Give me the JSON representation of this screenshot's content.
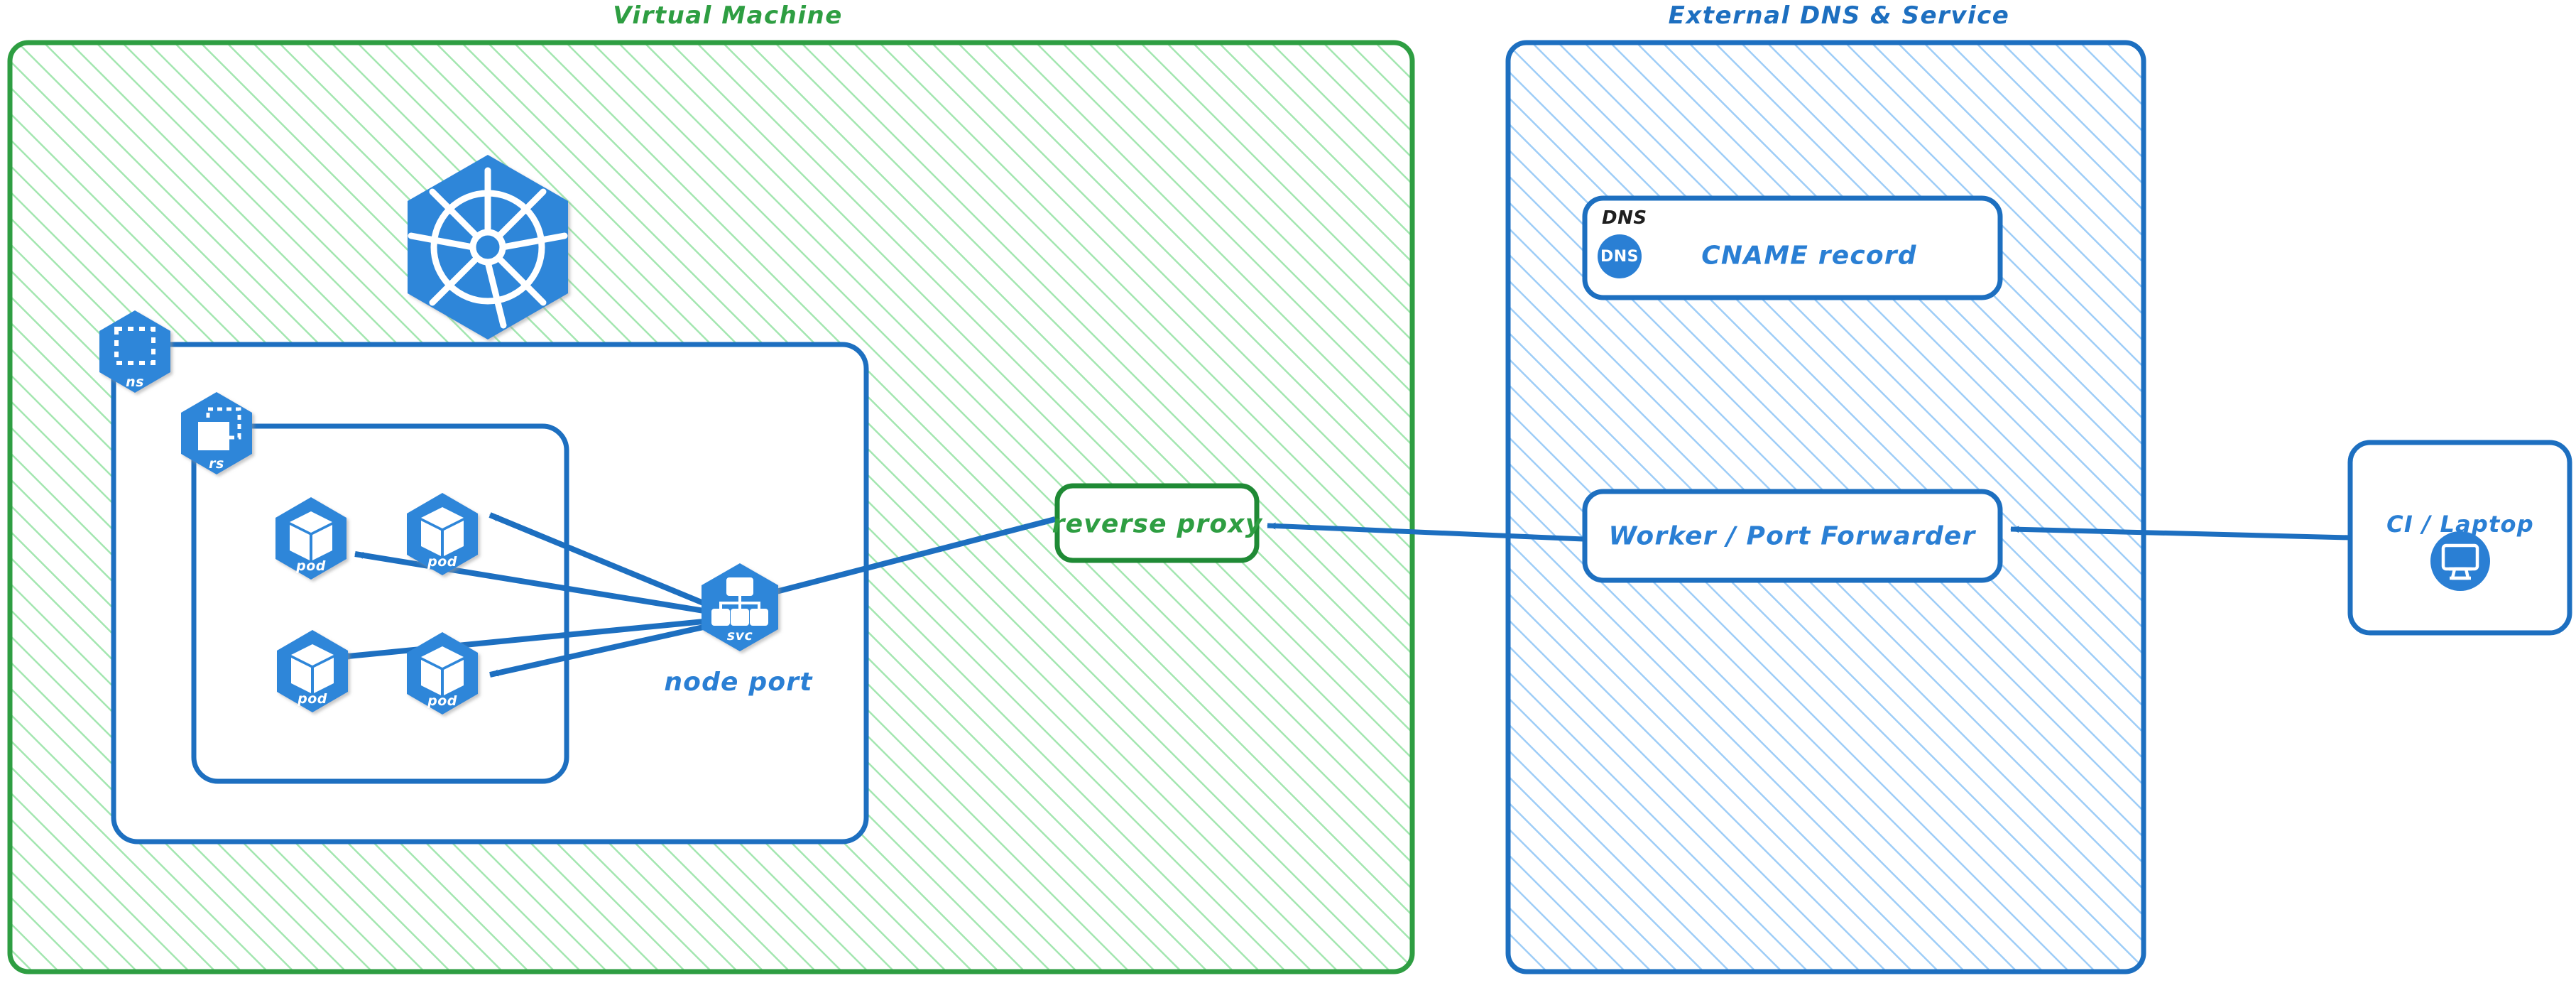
{
  "diagram": {
    "title_left": "Virtual Machine",
    "title_right": "External DNS & Service",
    "colors": {
      "green": "#2e9e42",
      "green_dark": "#1f8a35",
      "green_hatch": "#a3e6b0",
      "blue": "#2a7fd4",
      "blue_dark": "#1d6fc0",
      "blue_hatch": "#9ecdf7",
      "k8s_blue": "#2f86d9",
      "black": "#1f1f1f",
      "white": "#ffffff"
    }
  },
  "groups": [
    {
      "id": "virtual-machine",
      "label": "Virtual Machine",
      "style": "green-hatched"
    },
    {
      "id": "external-dns-service",
      "label": "External DNS & Service",
      "style": "blue-hatched"
    }
  ],
  "k8s_icons": {
    "cluster": {
      "caption": "",
      "name": "kubernetes-logo"
    },
    "namespace": {
      "caption": "ns",
      "name": "namespace-icon"
    },
    "replicaset": {
      "caption": "rs",
      "name": "replicaset-icon"
    },
    "service": {
      "caption": "svc",
      "name": "service-icon"
    },
    "pods": [
      {
        "caption": "pod"
      },
      {
        "caption": "pod"
      },
      {
        "caption": "pod"
      },
      {
        "caption": "pod"
      }
    ]
  },
  "nodes": {
    "node_port_label": "node port",
    "reverse_proxy": {
      "label": "reverse proxy",
      "color": "#2e9e42"
    },
    "dns_record": {
      "tag": "DNS",
      "icon_text": "DNS",
      "label": "CNAME record"
    },
    "worker": {
      "label": "Worker / Port Forwarder"
    },
    "client": {
      "label": "CI / Laptop",
      "icon": "desktop-monitor-icon"
    }
  },
  "edges": [
    {
      "from": "reverse-proxy",
      "to": "service",
      "label": ""
    },
    {
      "from": "service",
      "to": "pod-1",
      "label": ""
    },
    {
      "from": "service",
      "to": "pod-2",
      "label": ""
    },
    {
      "from": "service",
      "to": "pod-3",
      "label": ""
    },
    {
      "from": "service",
      "to": "pod-4",
      "label": ""
    },
    {
      "from": "worker",
      "to": "reverse-proxy",
      "label": ""
    },
    {
      "from": "client",
      "to": "worker",
      "label": ""
    }
  ]
}
